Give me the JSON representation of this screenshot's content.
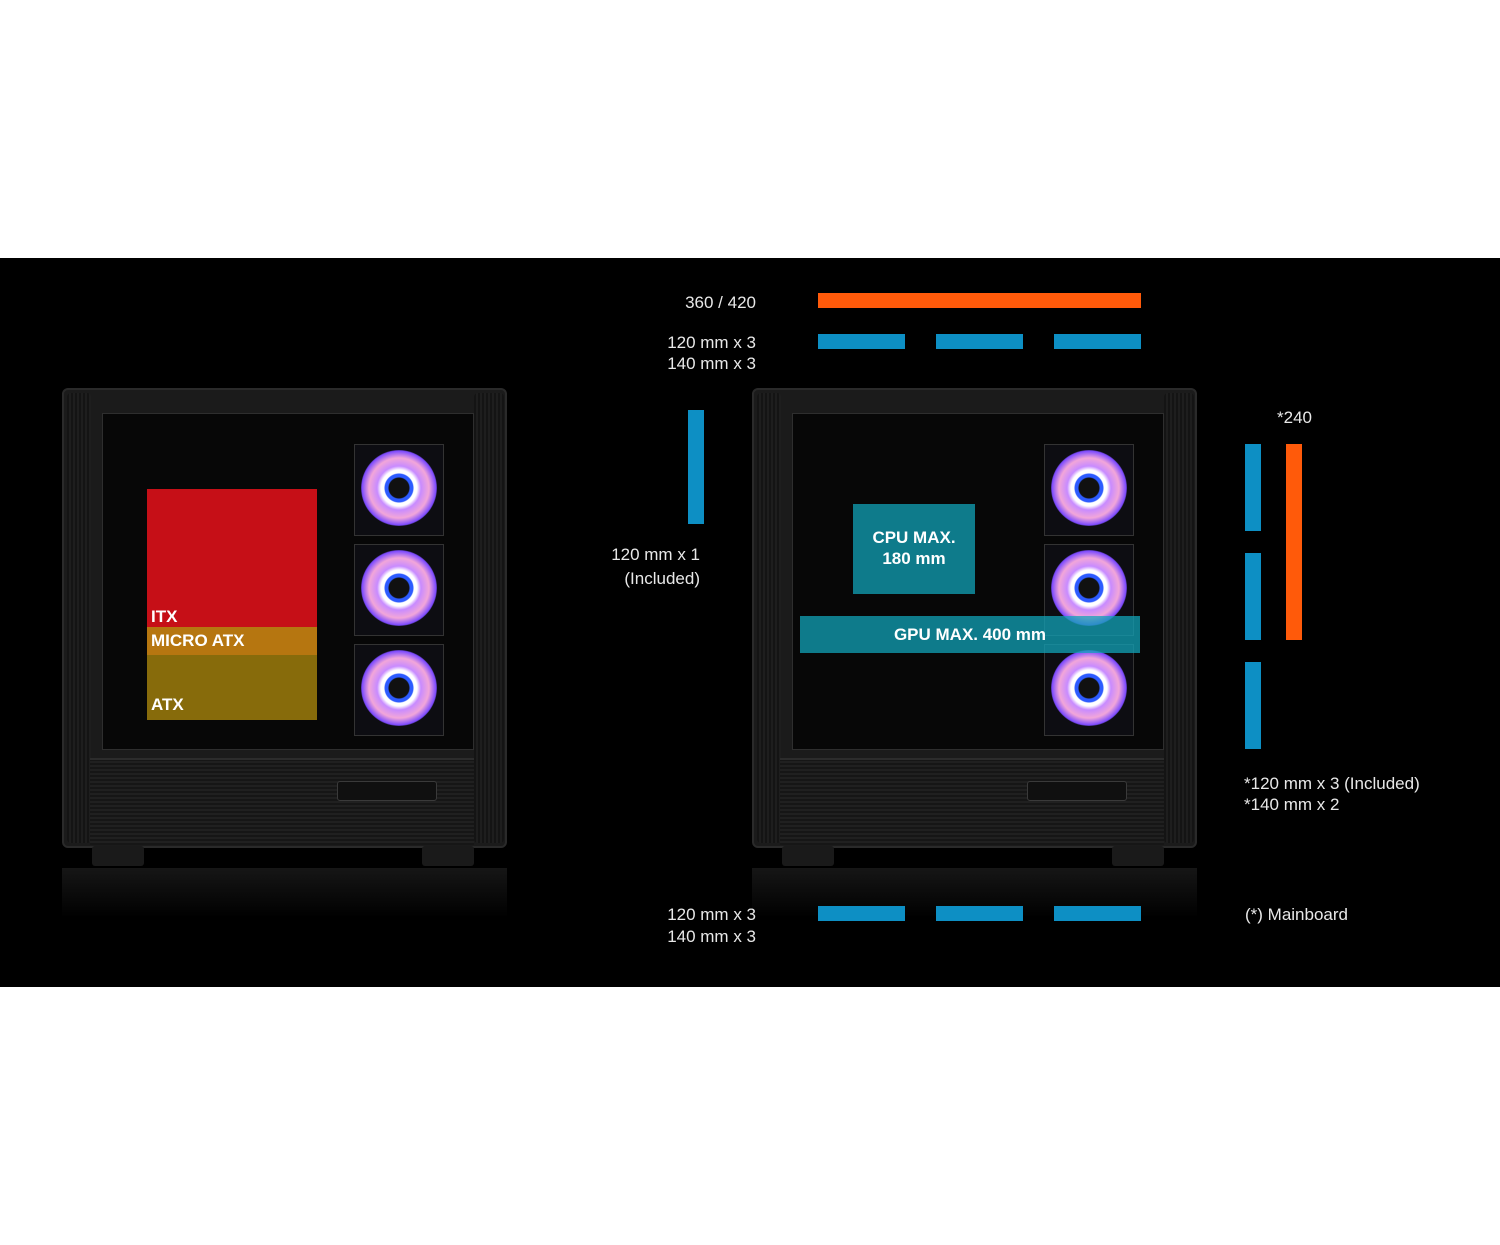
{
  "colors": {
    "background": "#000000",
    "radiator_bar": "#ff5a0a",
    "fan_bar": "#0d8fc4",
    "itx_overlay": "#e8101a",
    "matx_overlay": "#d58a12",
    "atx_overlay": "#a7840c",
    "clearance_overlay": "#11a3b8"
  },
  "left_case": {
    "motherboard_itx": "ITX",
    "motherboard_matx": "MICRO ATX",
    "motherboard_atx": "ATX"
  },
  "right_case": {
    "cpu_line1": "CPU MAX.",
    "cpu_line2": "180 mm",
    "gpu": "GPU MAX. 400 mm"
  },
  "top": {
    "radiator": "360 / 420",
    "fans_line1": "120 mm x 3",
    "fans_line2": "140 mm x 3"
  },
  "rear": {
    "fan_line1": "120 mm x 1",
    "fan_line2": "(Included)"
  },
  "side": {
    "radiator": "*240",
    "fans_line1": "*120 mm x 3 (Included)",
    "fans_line2": "*140 mm x 2"
  },
  "bottom": {
    "fans_line1": "120 mm x 3",
    "fans_line2": "140 mm x 3"
  },
  "note": "(*) Mainboard"
}
